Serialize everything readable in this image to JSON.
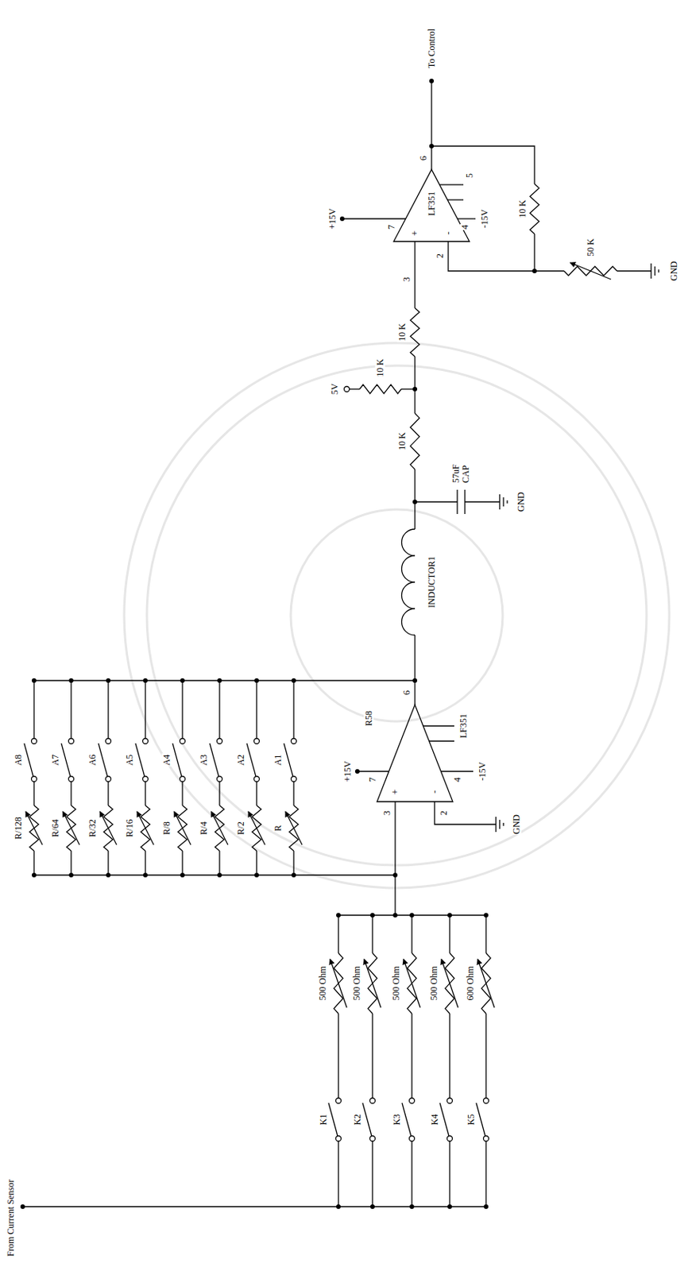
{
  "diagram": {
    "labels": [
      "From Current Sensor",
      "K1",
      "K2",
      "K3",
      "K4",
      "K5",
      "500 Ohm",
      "500 Ohm",
      "500 Ohm",
      "500 Ohm",
      "600 Ohm",
      "R/128",
      "R/64",
      "R/32",
      "R/16",
      "R/8",
      "R/4",
      "R/2",
      "R",
      "A8",
      "A7",
      "A6",
      "A5",
      "A4",
      "A3",
      "A2",
      "A1",
      "+15V",
      "7",
      "R58",
      "-15V",
      "4",
      "LF351",
      "3",
      "2",
      "6",
      "+",
      "-",
      "GND",
      "INDUCTOR1",
      "57uF CAP",
      "GND",
      "10 K",
      "5V",
      "10 K",
      "10 K",
      "+15V",
      "7",
      "+",
      "-",
      "LF351",
      "-15V",
      "4",
      "5",
      "3",
      "2",
      "6",
      "10 K",
      "50 K",
      "GND",
      "To Control"
    ]
  }
}
